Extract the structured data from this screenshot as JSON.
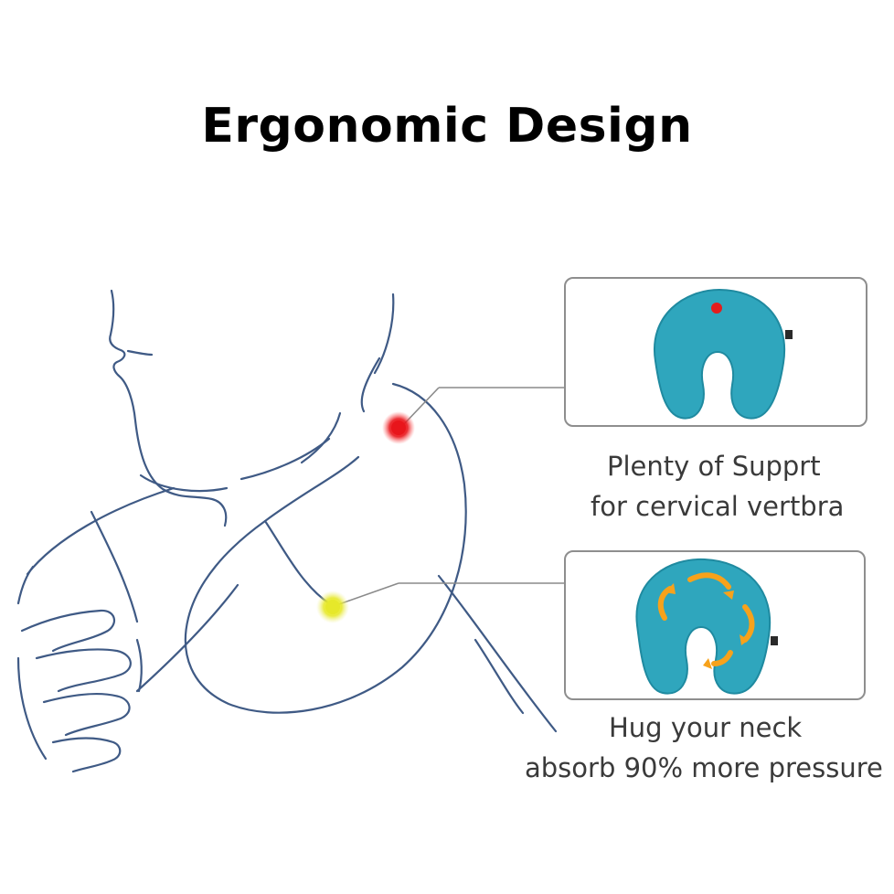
{
  "title": "Ergonomic Design",
  "callouts": [
    {
      "line1": "Plenty of Supprt",
      "line2": "for cervical vertbra",
      "marker_color": "#e8151b",
      "pillow_dot_color": "#e31d1d"
    },
    {
      "line1": "Hug your neck",
      "line2": "absorb 90% more pressure",
      "marker_color": "#e6e82a",
      "arrow_color": "#f7a21b"
    }
  ],
  "colors": {
    "sketch_line": "#3f5a85",
    "pillow": "#2fa6bd",
    "pillow_shadow": "#1f8aa0",
    "panel_border": "#8e8e8e",
    "leader_line": "#8a8a8a"
  },
  "icons": {
    "pillow_top": "u-shaped-neck-pillow-icon",
    "pillow_bottom": "u-shaped-neck-pillow-with-arrows-icon"
  }
}
